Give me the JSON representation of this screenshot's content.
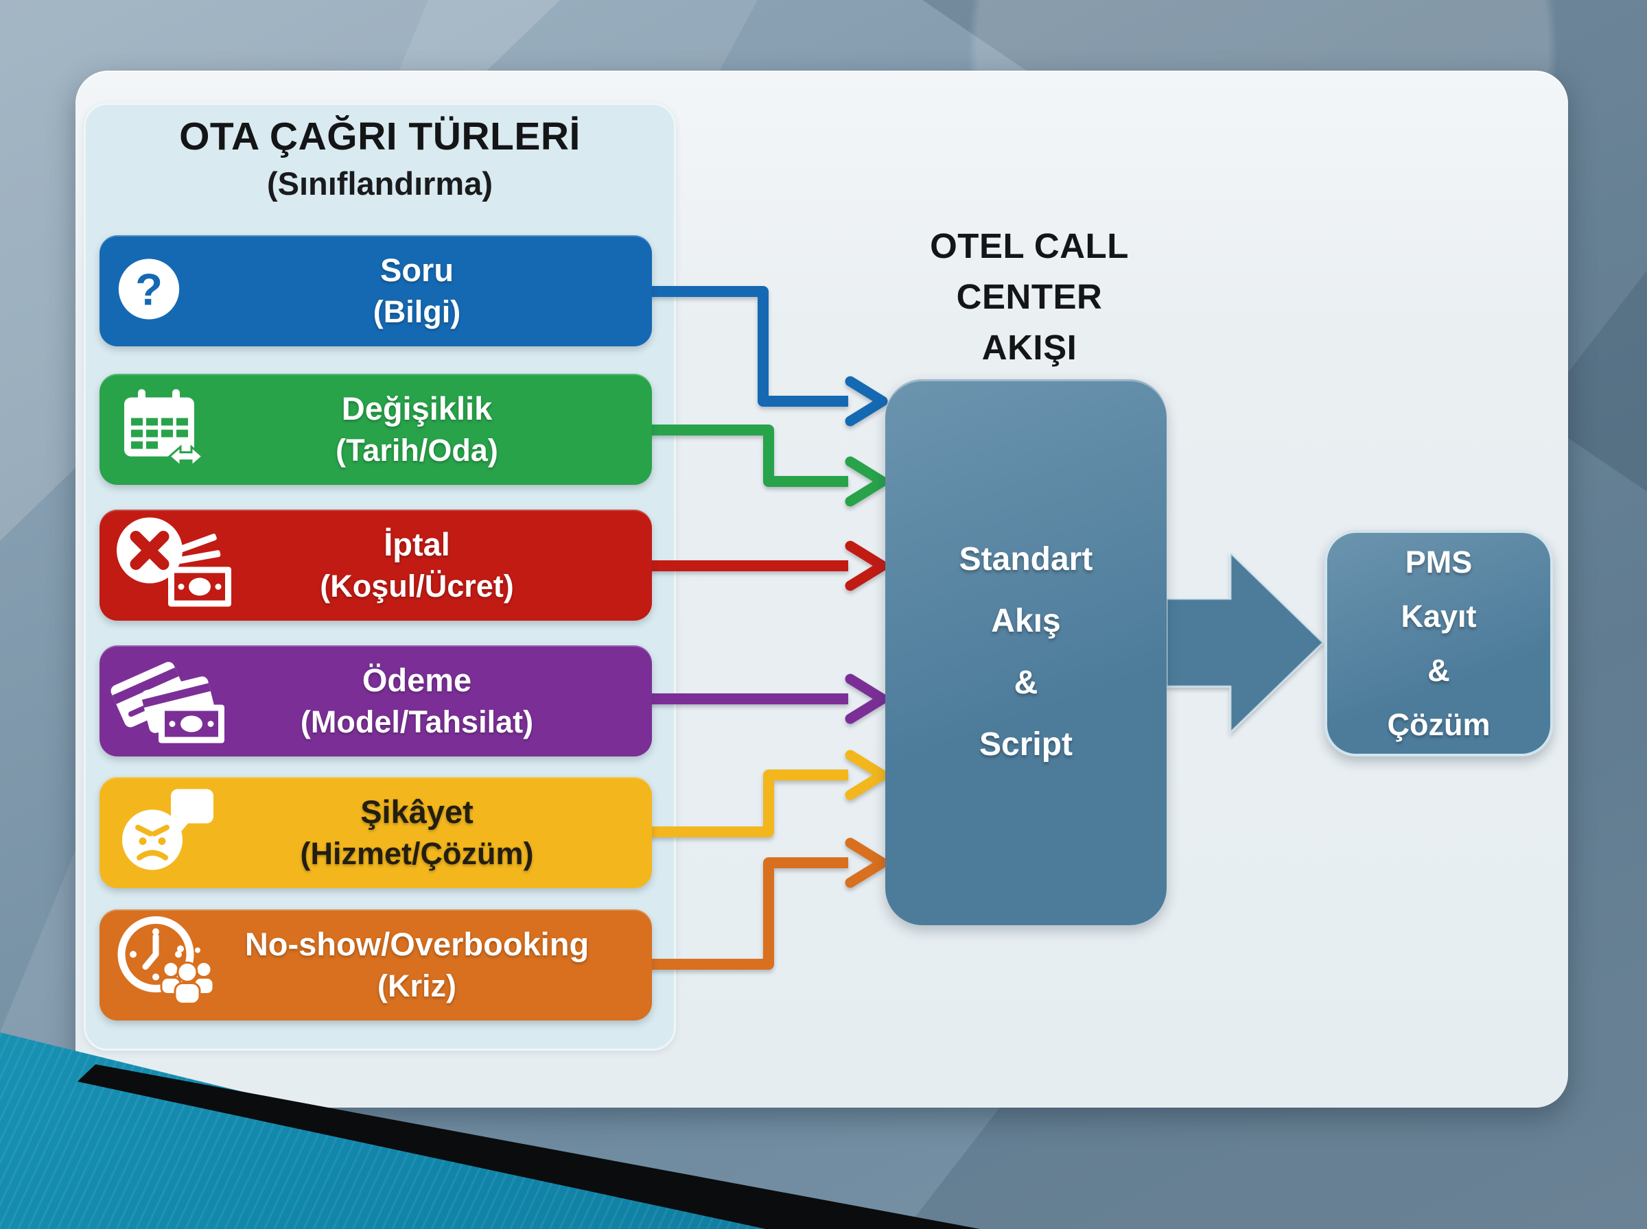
{
  "slide": {
    "panel": {
      "title": "OTA ÇAĞRI TÜRLERİ",
      "subtitle": "(Sınıflandırma)"
    },
    "categories": [
      {
        "label": "Soru",
        "sublabel": "(Bilgi)",
        "color": "#1569b3",
        "icon": "question-icon"
      },
      {
        "label": "Değişiklik",
        "sublabel": "(Tarih/Oda)",
        "color": "#28a34a",
        "icon": "calendar-change-icon"
      },
      {
        "label": "İptal",
        "sublabel": "(Koşul/Ücret)",
        "color": "#c11b14",
        "icon": "cancel-fee-icon"
      },
      {
        "label": "Ödeme",
        "sublabel": "(Model/Tahsilat)",
        "color": "#7b2f96",
        "icon": "payment-icon"
      },
      {
        "label": "Şikâyet",
        "sublabel": "(Hizmet/Çözüm)",
        "color": "#f3b71d",
        "text_color": "#241e10",
        "icon": "complaint-icon"
      },
      {
        "label": "No-show/Overbooking",
        "sublabel": "(Kriz)",
        "color": "#d8701f",
        "icon": "noshow-people-clock-icon"
      }
    ],
    "flow": {
      "title_lines": [
        "OTEL CALL",
        "CENTER",
        "AKIŞI"
      ],
      "process_lines": [
        "Standart",
        "Akış",
        "&",
        "Script"
      ],
      "result_lines": [
        "PMS",
        "Kayıt",
        "&",
        "Çözüm"
      ]
    },
    "colors": {
      "flow_fill": "#4d7c9b",
      "flow_fill_light": "#6b94ae",
      "card": "#edf1f4",
      "panel": "#d9eaf0",
      "teal_wedge": "#1691b4",
      "black_stripe": "#0a0c0d"
    }
  }
}
